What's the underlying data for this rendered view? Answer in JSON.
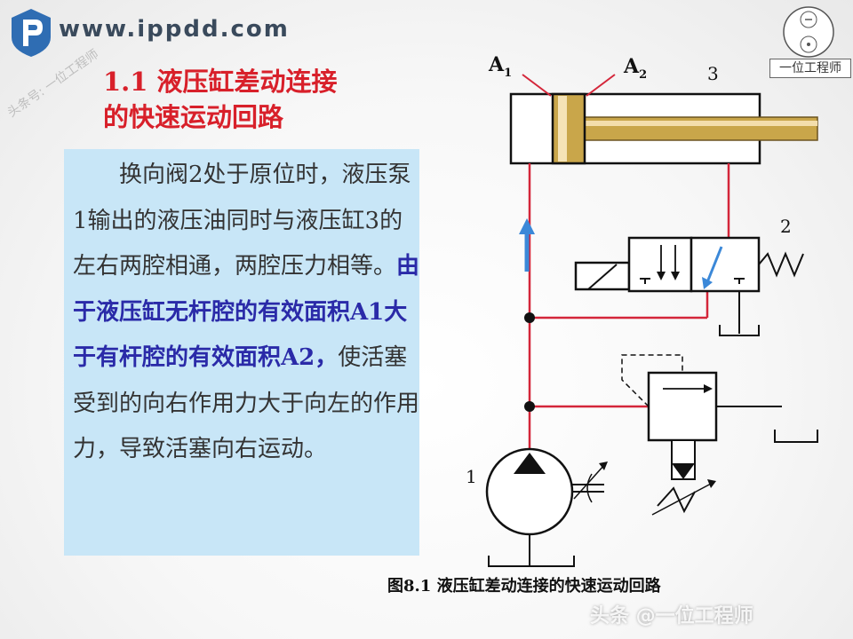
{
  "header": {
    "site": "www.ippdd.com",
    "side_watermark": "头条号: 一位工程师"
  },
  "title": {
    "line1": "1.1 液压缸差动连接",
    "line2": "的快速运动回路"
  },
  "body": {
    "part1": "　　换向阀2处于原位时，液压泵1输出的液压油同时与液压缸3的左右两腔相通，两腔压力相等。",
    "part2": "由于液压缸无杆腔的有效面积A1大于有杆腔的有效面积A2，",
    "part3": "使活塞受到的向右作用力大于向左的作用力，导致活塞向右运动。"
  },
  "stamp": {
    "text": "一位工程师"
  },
  "diagram": {
    "label_a1_main": "A",
    "label_a1_sub": "1",
    "label_a2_main": "A",
    "label_a2_sub": "2",
    "label_cylinder": "3",
    "label_valve": "2",
    "label_pump": "1",
    "colors": {
      "pipe": "#d4263a",
      "arrow": "#3b88d8",
      "rod": "#c9a64a"
    }
  },
  "caption": "图8.1 液压缸差动连接的快速运动回路",
  "bottom_watermark": "头条 @一位工程师"
}
